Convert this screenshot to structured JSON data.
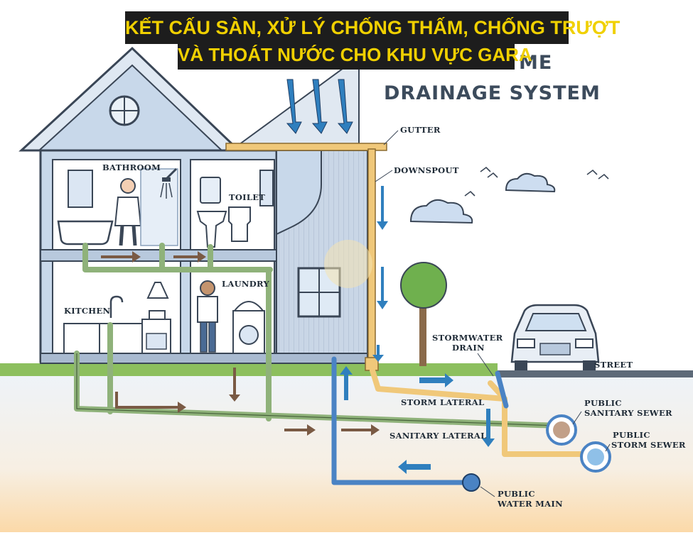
{
  "overlay_title": {
    "line1": "KẾT CẤU SÀN, XỬ LÝ CHỐNG THẤM, CHỐNG TRƯỢT",
    "line2": "VÀ THOÁT NƯỚC CHO KHU VỰC GARA"
  },
  "diagram_title": {
    "partial": "ME",
    "main": "DRAINAGE SYSTEM"
  },
  "labels": {
    "bathroom": "BATHROOM",
    "toilet": "TOILET",
    "laundry": "LAUNDRY",
    "kitchen": "KITCHEN",
    "gutter": "GUTTER",
    "downspout": "DOWNSPOUT",
    "stormwater_drain_1": "STORMWATER",
    "stormwater_drain_2": "DRAIN",
    "street": "STREET",
    "storm_lateral": "STORM LATERAL",
    "sanitary_lateral": "SANITARY LATERAL",
    "public_sanitary_sewer_1": "PUBLIC",
    "public_sanitary_sewer_2": "SANITARY SEWER",
    "public_storm_sewer_1": "PUBLIC",
    "public_storm_sewer_2": "STORM SEWER",
    "public_water_main_1": "PUBLIC",
    "public_water_main_2": "WATER MAIN"
  },
  "colors": {
    "banner_bg": "#1d1d1d",
    "banner_text": "#f0d000",
    "wastewater_pipe": "#8fb27a",
    "storm_pipe": "#f0c87a",
    "water_pipe": "#4a83c4",
    "arrow_blue": "#2f7fbe",
    "arrow_brown": "#7a5a44",
    "wall": "#c8d8ea",
    "grass": "#8cbf5e"
  }
}
